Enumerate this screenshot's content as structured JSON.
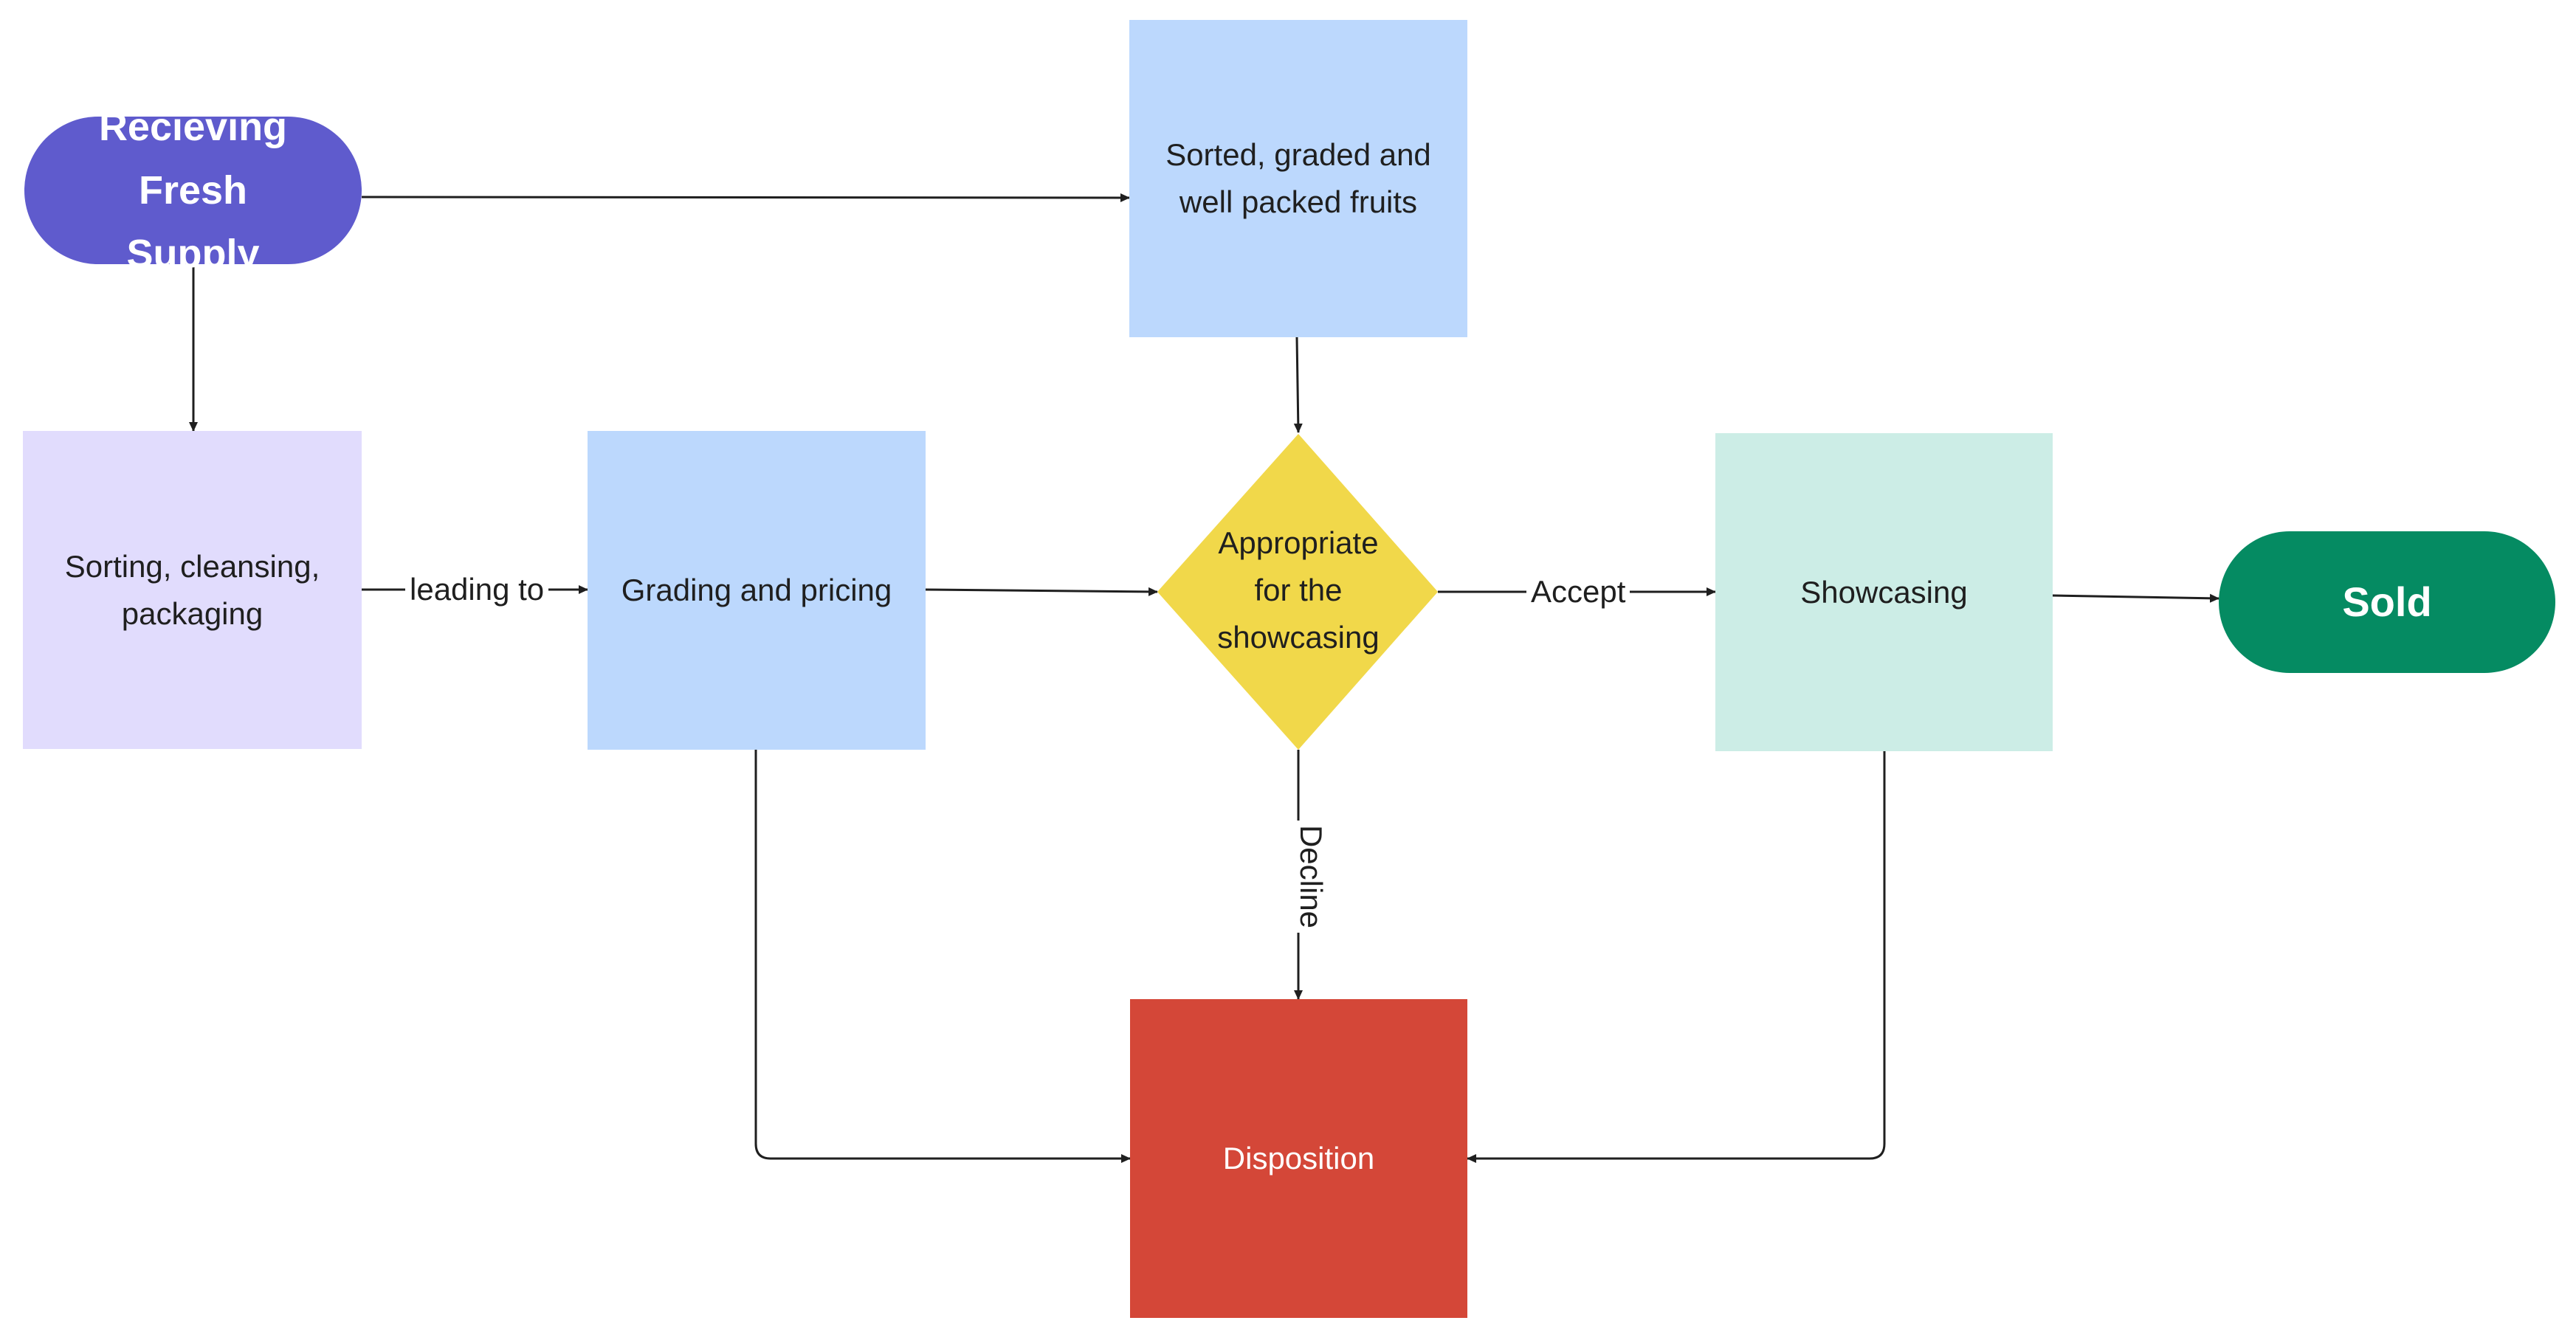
{
  "nodes": {
    "receiving": {
      "label": "Recieving Fresh Supply",
      "color": "#5f5bcd"
    },
    "sorted_graded": {
      "label": "Sorted, graded and well packed fruits",
      "color": "#bcd8fd"
    },
    "sorting": {
      "label": "Sorting, cleansing, packaging",
      "color": "#e1dcfd"
    },
    "grading": {
      "label": "Grading and pricing",
      "color": "#bcd8fd"
    },
    "appropriate": {
      "label": "Appropriate for the showcasing",
      "color": "#f1d84a"
    },
    "showcasing": {
      "label": "Showcasing",
      "color": "#ccede6"
    },
    "sold": {
      "label": "Sold",
      "color": "#058b62"
    },
    "disposition": {
      "label": "Disposition",
      "color": "#d44738"
    }
  },
  "edge_labels": {
    "leading_to": "leading to",
    "accept": "Accept",
    "decline": "Decline"
  }
}
